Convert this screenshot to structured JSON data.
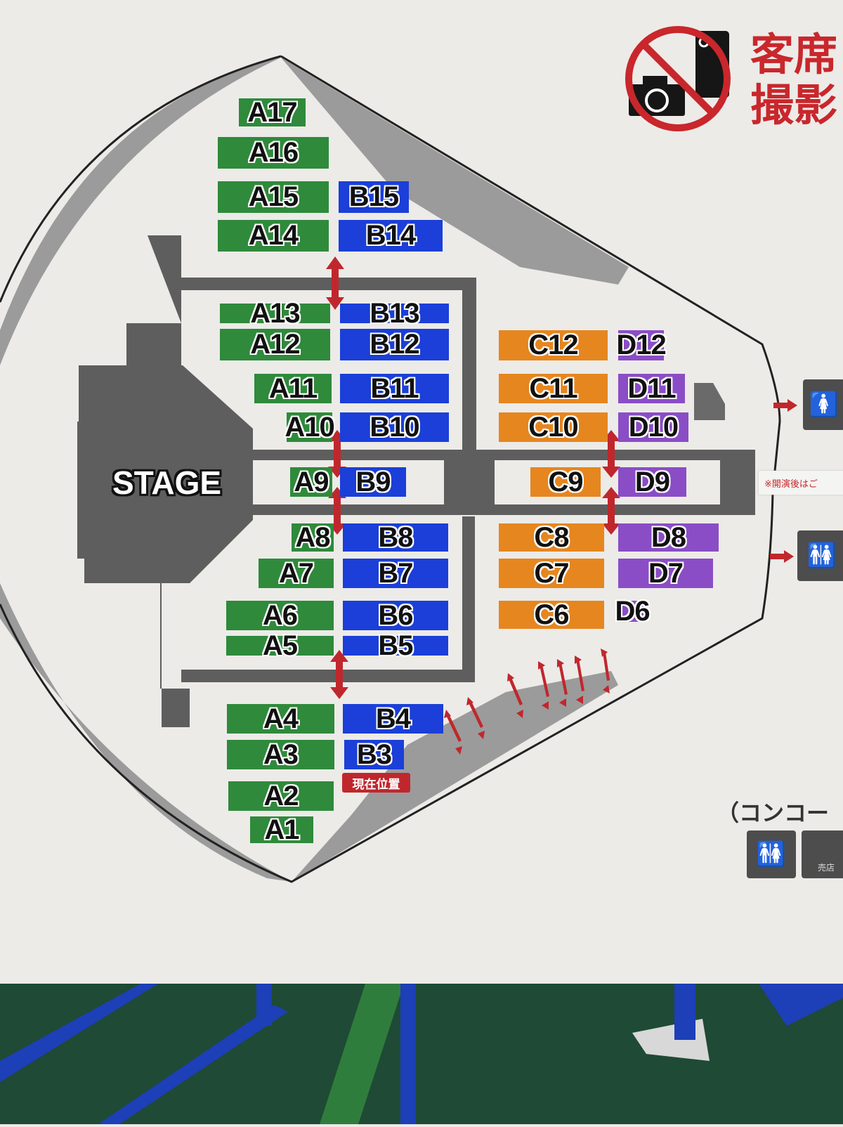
{
  "stage_label": "STAGE",
  "current_position": "現在位置",
  "sections": {
    "A": [
      "A1",
      "A2",
      "A3",
      "A4",
      "A5",
      "A6",
      "A7",
      "A8",
      "A9",
      "A10",
      "A11",
      "A12",
      "A13",
      "A14",
      "A15",
      "A16",
      "A17"
    ],
    "B": [
      "B3",
      "B4",
      "B5",
      "B6",
      "B7",
      "B8",
      "B9",
      "B10",
      "B11",
      "B12",
      "B13",
      "B14",
      "B15"
    ],
    "C": [
      "C6",
      "C7",
      "C8",
      "C9",
      "C10",
      "C11",
      "C12"
    ],
    "D": [
      "D6",
      "D7",
      "D8",
      "D9",
      "D10",
      "D11",
      "D12"
    ]
  },
  "colors": {
    "A": "#2f8a3b",
    "B": "#1b3fd8",
    "C": "#e6861f",
    "D": "#8a4dc6",
    "arrow": "#c0272d",
    "walkway": "#5e5e5e"
  },
  "notice": {
    "line1": "客席",
    "line2": "撮影",
    "icon": "no-photography-icon"
  },
  "restroom_note": "※開演後はご",
  "concourse_label": "（コンコー",
  "shop_label": "売店"
}
